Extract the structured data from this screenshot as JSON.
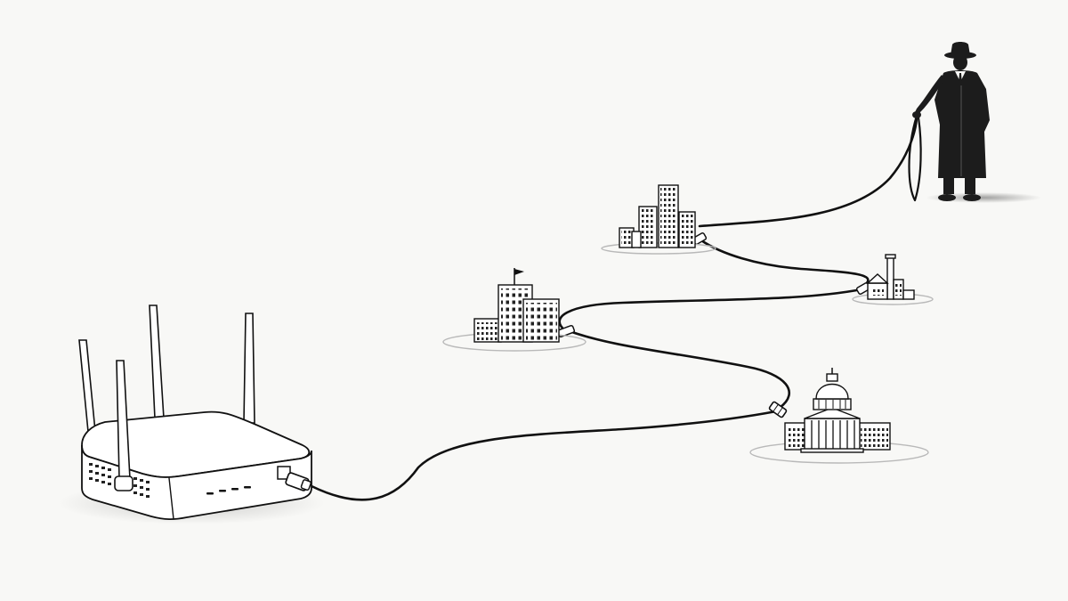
{
  "scene": {
    "background": "#f8f8f6",
    "ink_color": "#111111",
    "figure_color": "#1c1c1c",
    "ground_ring_color": "#b9b9b9",
    "nodes": [
      {
        "name": "router",
        "icon": "router-icon"
      },
      {
        "name": "office-building",
        "icon": "office-building-icon"
      },
      {
        "name": "capitol-building",
        "icon": "capitol-dome-icon"
      },
      {
        "name": "factory",
        "icon": "factory-icon"
      },
      {
        "name": "city-skyline",
        "icon": "city-skyline-icon"
      },
      {
        "name": "spy-figure",
        "icon": "spy-silhouette-icon"
      }
    ],
    "cable_route": [
      "router",
      "capitol-building",
      "office-building",
      "factory",
      "city-skyline",
      "spy-figure"
    ]
  }
}
